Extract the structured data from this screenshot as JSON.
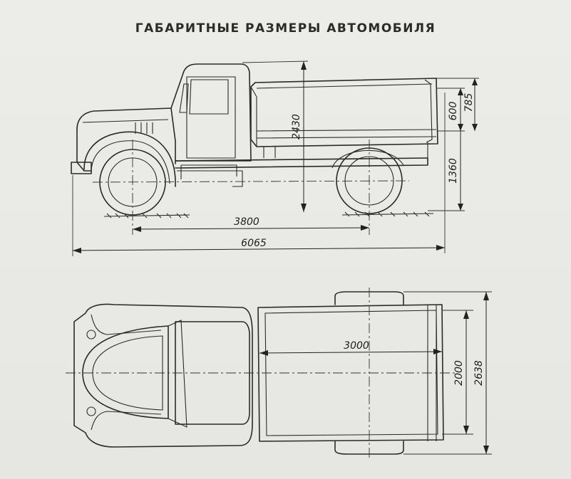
{
  "title": "ГАБАРИТНЫЕ РАЗМЕРЫ АВТОМОБИЛЯ",
  "dimensions": {
    "overall_height": "2430",
    "body_side_height": "600",
    "body_top_height": "785",
    "floor_height": "1360",
    "wheelbase": "3800",
    "overall_length": "6065",
    "body_length": "3000",
    "body_width": "2000",
    "overall_width": "2638"
  }
}
